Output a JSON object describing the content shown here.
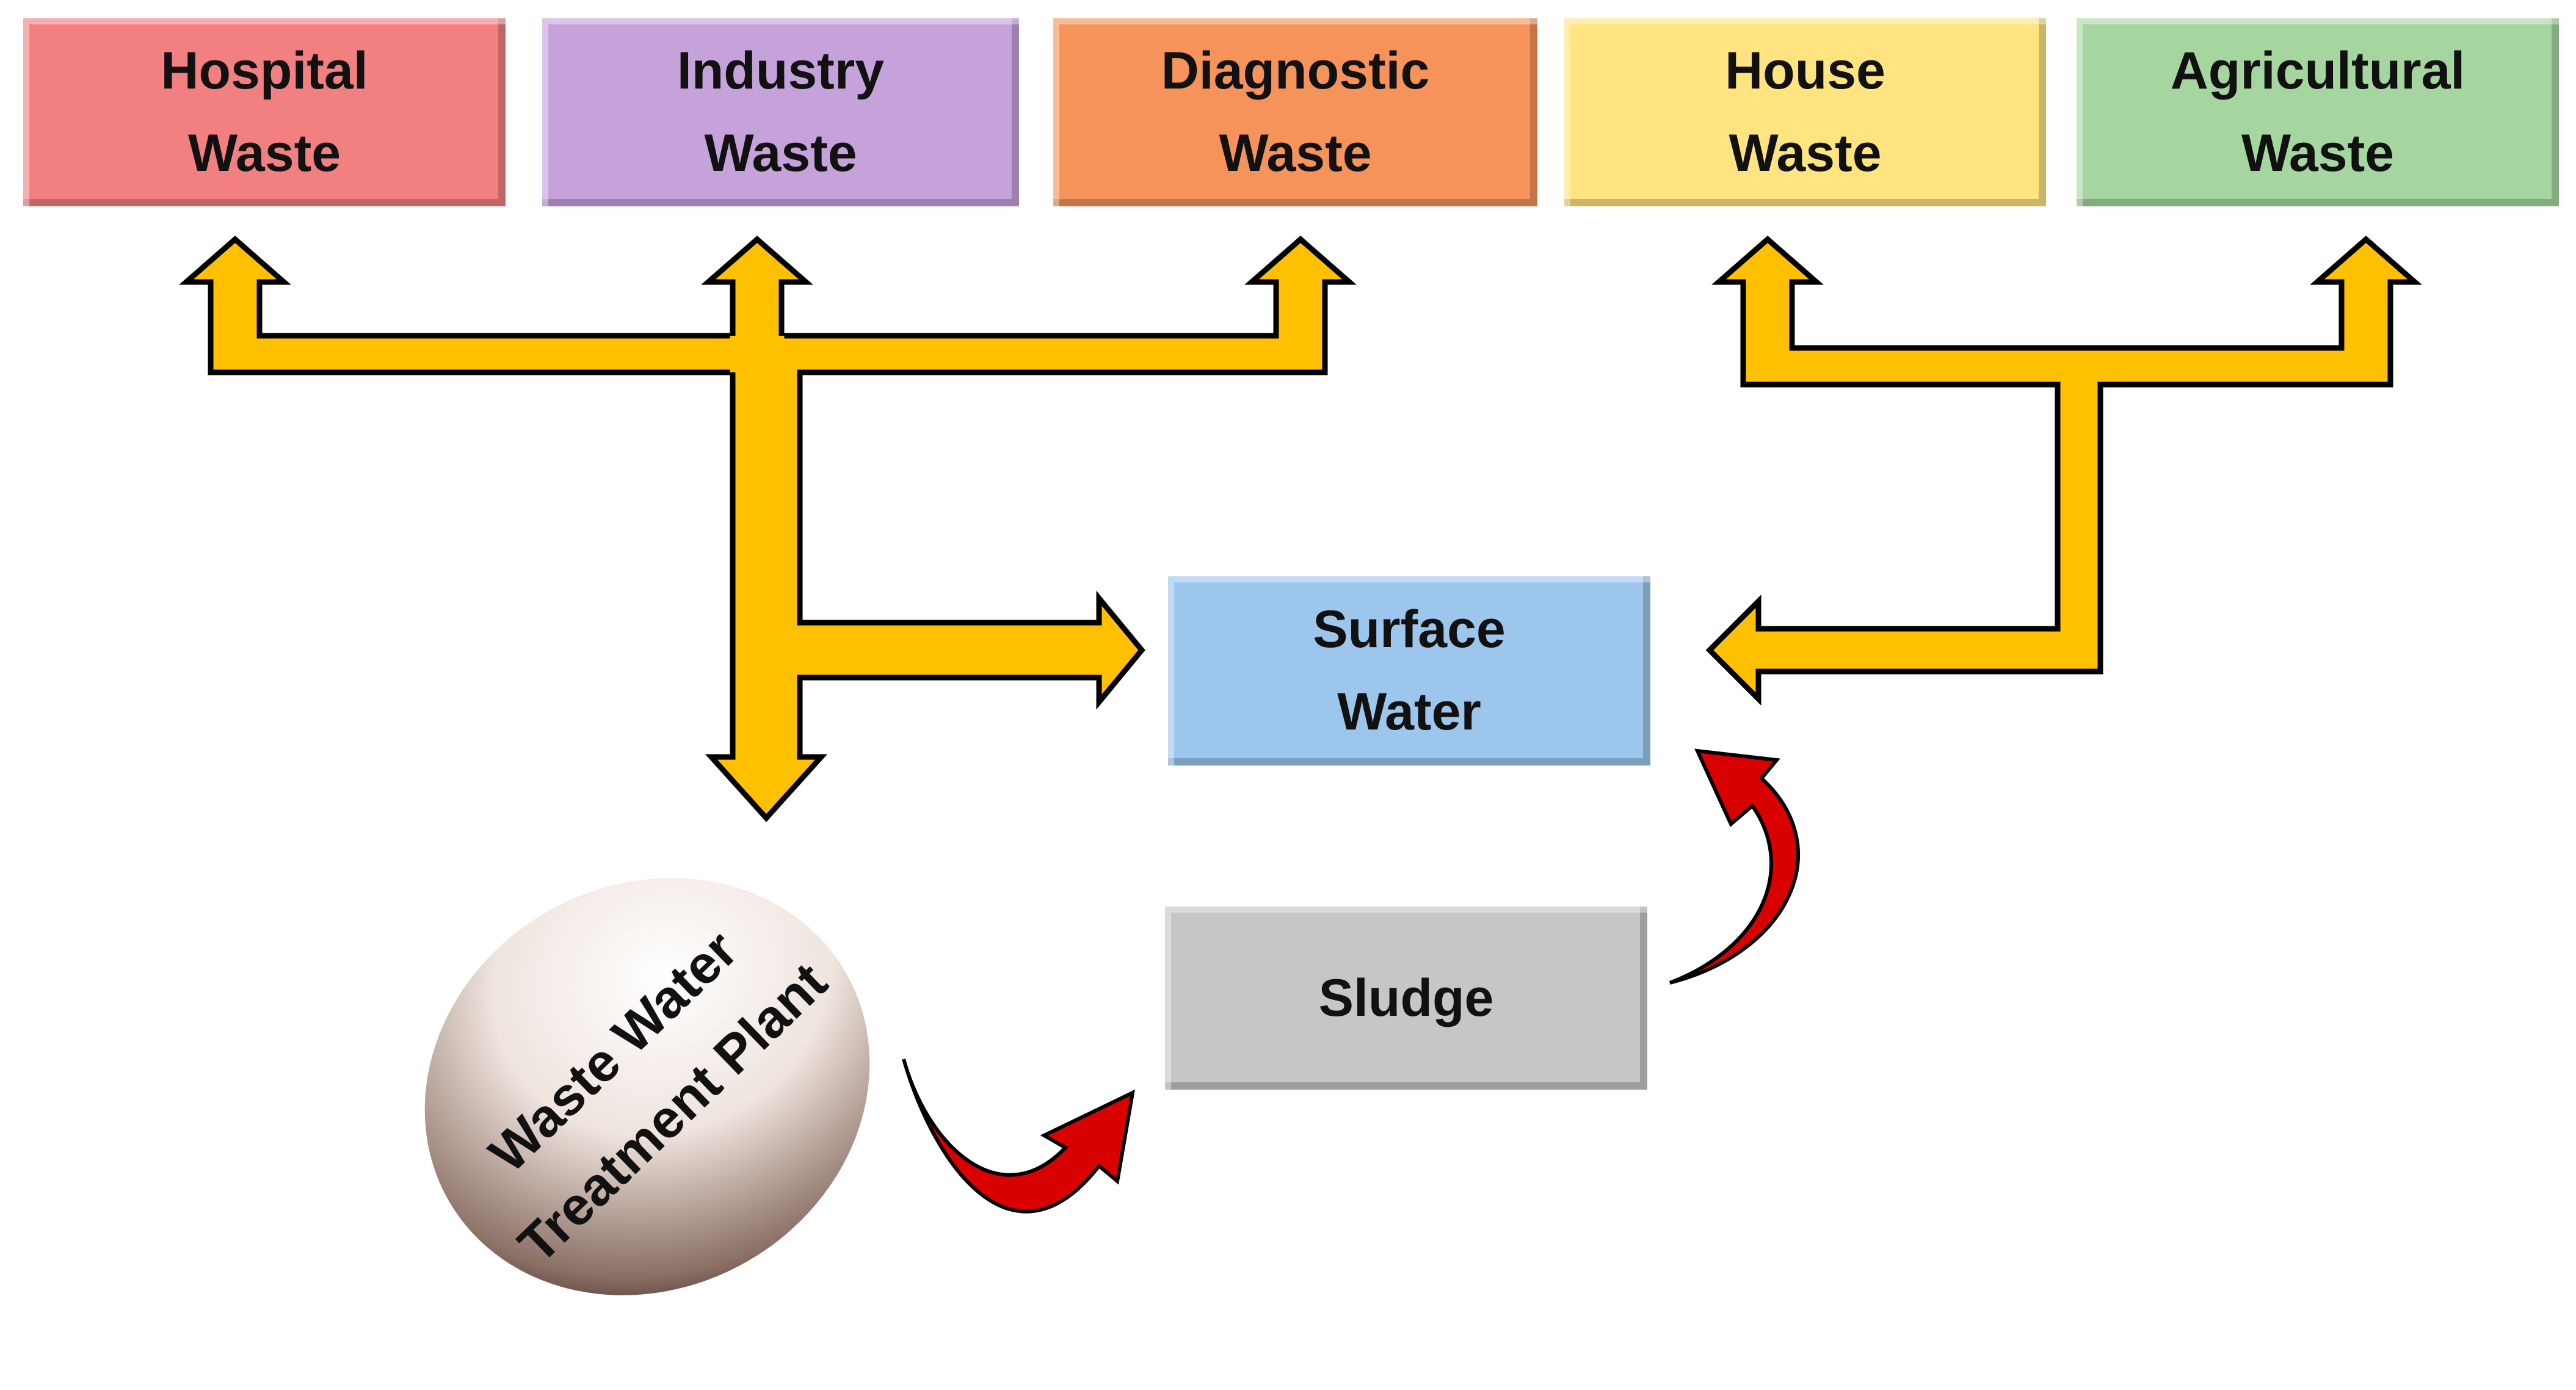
{
  "nodes": {
    "hospital_waste": {
      "label": "Hospital\nWaste",
      "color": "#F28080"
    },
    "industry_waste": {
      "label": "Industry\nWaste",
      "color": "#C6A2DA"
    },
    "diagnostic_waste": {
      "label": "Diagnostic\nWaste",
      "color": "#F5935A"
    },
    "house_waste": {
      "label": "House\nWaste",
      "color": "#FFE480"
    },
    "agricultural_waste": {
      "label": "Agricultural\nWaste",
      "color": "#A6D6A0"
    },
    "surface_water": {
      "label": "Surface\nWater",
      "color": "#9DC6EC"
    },
    "sludge": {
      "label": "Sludge",
      "color": "#C6C6C6"
    },
    "treatment_plant": {
      "label": "Waste Water\nTreatment Plant"
    }
  },
  "colors": {
    "connector_fill": "#FFC000",
    "connector_outline": "#000000",
    "curved_arrow": "#D90000"
  },
  "edges": [
    {
      "from": "hospital_waste",
      "to": "surface_water"
    },
    {
      "from": "industry_waste",
      "to": "surface_water"
    },
    {
      "from": "diagnostic_waste",
      "to": "surface_water"
    },
    {
      "from": "hospital_waste",
      "to": "treatment_plant"
    },
    {
      "from": "industry_waste",
      "to": "treatment_plant"
    },
    {
      "from": "diagnostic_waste",
      "to": "treatment_plant"
    },
    {
      "from": "house_waste",
      "to": "surface_water"
    },
    {
      "from": "agricultural_waste",
      "to": "surface_water"
    },
    {
      "from": "treatment_plant",
      "to": "sludge"
    },
    {
      "from": "sludge",
      "to": "surface_water"
    }
  ]
}
